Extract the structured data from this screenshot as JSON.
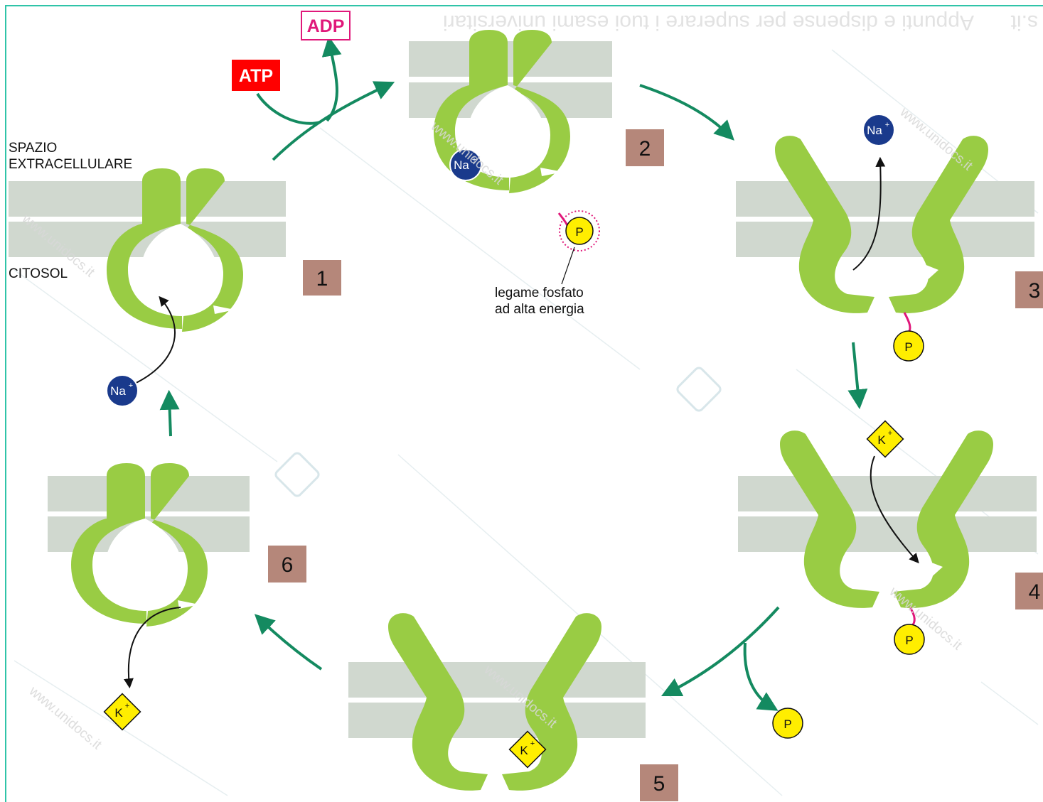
{
  "labels": {
    "extracellular_line1": "SPAZIO",
    "extracellular_line2": "EXTRACELLULARE",
    "cytosol": "CITOSOL",
    "atp": "ATP",
    "adp": "ADP",
    "phosphate_bond_line1": "legame fosfato",
    "phosphate_bond_line2": "ad alta energia"
  },
  "ions": {
    "sodium": "Na",
    "potassium": "K",
    "charge": "+",
    "phosphate": "P"
  },
  "steps": [
    "1",
    "2",
    "3",
    "4",
    "5",
    "6"
  ],
  "watermark": {
    "site": "www.unidocs.it",
    "banner_fragment": "Appunti e dispense per superare i tuoi esami universitari",
    "banner_suffix": "s.it"
  },
  "colors": {
    "protein": "#99cc44",
    "membrane": "#d0d8cf",
    "arrow": "#148a60",
    "sodium": "#1a3a8c",
    "potassium": "#ffee00",
    "phosphate": "#ffee00",
    "bond": "#e0187a",
    "atp_fill": "#ff0000",
    "adp_stroke": "#e0187a",
    "step_box": "#b5877a",
    "frame": "#2fc4a8"
  }
}
